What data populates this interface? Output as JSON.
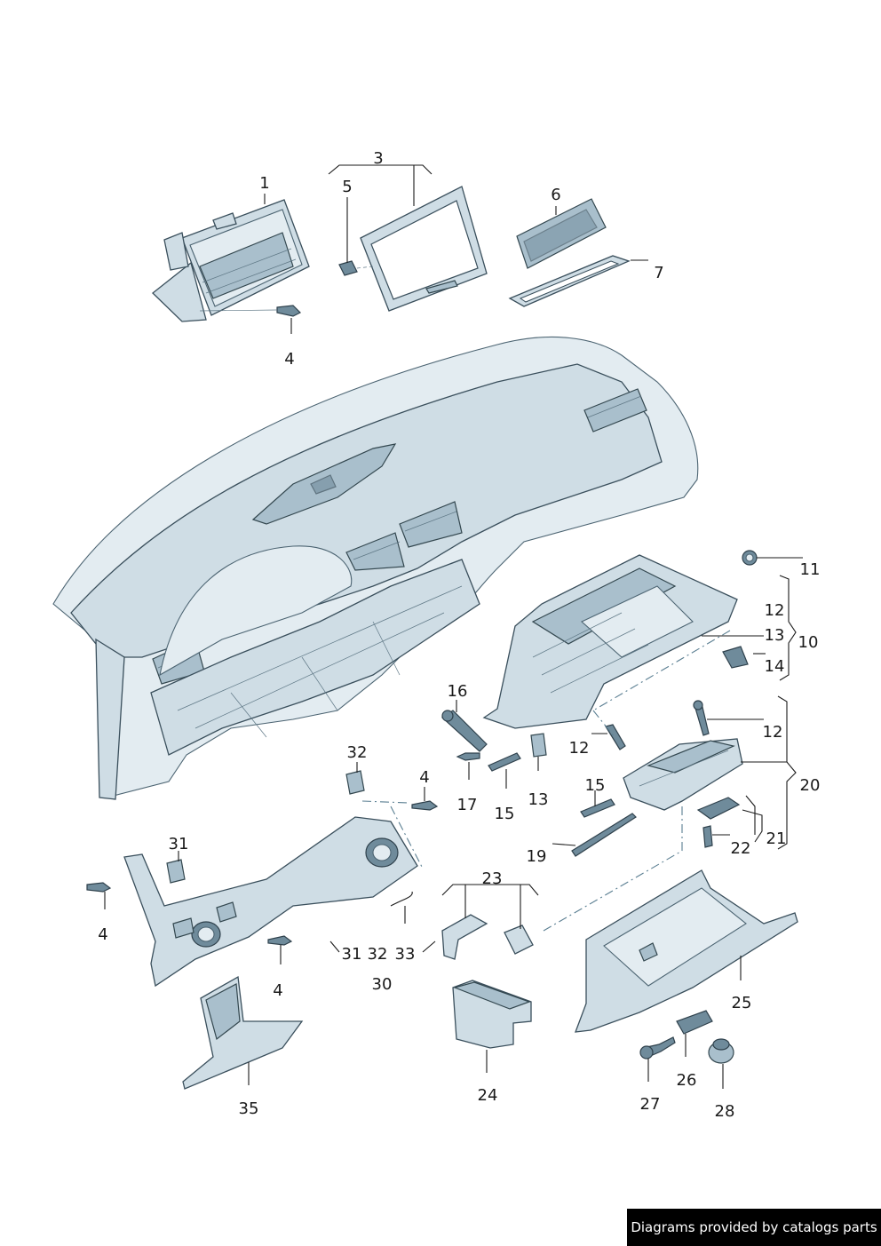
{
  "callouts": {
    "c1": "1",
    "c3": "3",
    "c4a": "4",
    "c5": "5",
    "c6": "6",
    "c7": "7",
    "c10": "10",
    "c11": "11",
    "c12a": "12",
    "c13a": "13",
    "c14": "14",
    "c16": "16",
    "c12b": "12",
    "c12c": "12",
    "c17": "17",
    "c15a": "15",
    "c13b": "13",
    "c15b": "15",
    "c32a": "32",
    "c4b": "4",
    "c20": "20",
    "c21": "21",
    "c22": "22",
    "c19": "19",
    "c31a": "31",
    "c4c": "4",
    "c23": "23",
    "c31b": "31",
    "c32b": "32",
    "c33": "33",
    "c30": "30",
    "c4d": "4",
    "c25": "25",
    "c26": "26",
    "c27": "27",
    "c28": "28",
    "c24": "24",
    "c35": "35"
  },
  "colors": {
    "part_fill": "#cfdde5",
    "part_outline": "#3a4f5c",
    "leader_line": "#1a1a1a",
    "dash_line": "#5b7f92",
    "credit_bg": "#000000",
    "credit_text": "#ffffff"
  },
  "footer": {
    "credit": "Diagrams provided by catalogs parts"
  }
}
